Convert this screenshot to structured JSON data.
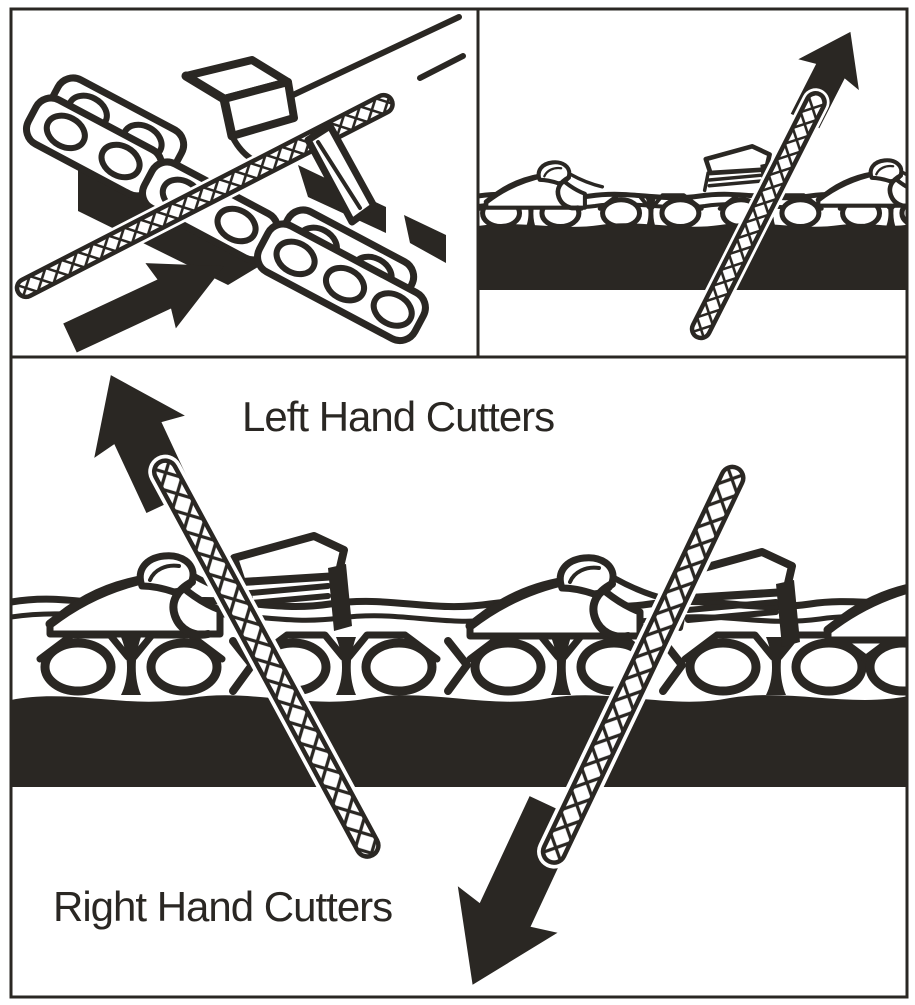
{
  "colors": {
    "ink": "#2a2723",
    "paper": "#ffffff"
  },
  "figure": {
    "labels": {
      "left_hand_cutters": "Left Hand Cutters",
      "right_hand_cutters": "Right Hand Cutters"
    },
    "panels": {
      "top_left": {
        "icons": [
          "chainsaw-chain-perspective",
          "round-file",
          "filing-direction-arrow-up-right",
          "guide-bar-edge"
        ]
      },
      "top_right": {
        "icons": [
          "chainsaw-chain-side-view",
          "guide-bar",
          "round-file",
          "filing-direction-arrow-up"
        ]
      },
      "bottom": {
        "icons": [
          "chainsaw-chain-side-view",
          "guide-bar",
          "round-file-left",
          "filing-direction-arrow-up-left",
          "round-file-right",
          "filing-direction-arrow-down-left"
        ]
      }
    }
  }
}
